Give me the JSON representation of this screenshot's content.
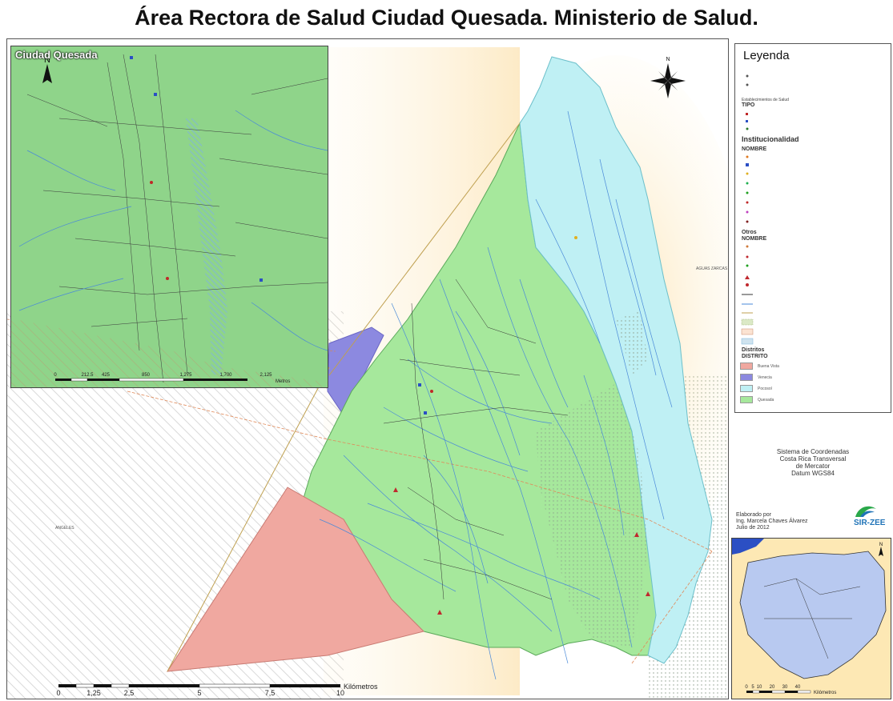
{
  "title": "Área Rectora de Salud Ciudad Quesada. Ministerio de Salud.",
  "inset_city": {
    "title": "Ciudad Quesada",
    "north_label": "N",
    "scale_ticks": [
      "0",
      "212.5",
      "425",
      "850",
      "1,275",
      "1,700",
      "2,125"
    ],
    "scale_unit": "Metros"
  },
  "main_map": {
    "north_label": "N",
    "scale_ticks": [
      "0",
      "1,25",
      "2,5",
      "5",
      "7,5",
      "10"
    ],
    "scale_unit": "Kilómetros",
    "place_labels": {
      "aguas_zarcas": "AGUAS ZARCAS",
      "angeles": "ANGELES"
    }
  },
  "legend": {
    "title": "Leyenda",
    "colors": {
      "buena_vista": "#f0a8a0",
      "venecia": "#8c89e0",
      "pocosol": "#bff0f4",
      "quesada": "#a6e89c"
    },
    "sections": {
      "estab_salud": "Establecimientos de Salud",
      "tipo": "TIPO",
      "institucionalidad": "Institucionalidad",
      "nombre1": "NOMBRE",
      "otros": "Otros",
      "nombre2": "NOMBRE",
      "distritos": "Distritos",
      "distrito": "DISTRITO"
    },
    "district_items": [
      "Buena Vista",
      "Venecia",
      "Pocosol",
      "Quesada"
    ]
  },
  "coord_note": {
    "line1": "Sistema de Coordenadas",
    "line2": "Costa Rica Transversal",
    "line3": "de Mercator",
    "line4": "Datum WGS84"
  },
  "author_note": {
    "line1": "Elaborado por",
    "line2": "Ing. Marcela Chaves Álvarez",
    "line3": "Julio de 2012"
  },
  "logo_text": "SIR-ZEE",
  "inset_cr": {
    "scale_ticks": [
      "0",
      "5",
      "10",
      "20",
      "30",
      "40"
    ],
    "scale_unit": "Kilómetros",
    "north_label": "N"
  }
}
